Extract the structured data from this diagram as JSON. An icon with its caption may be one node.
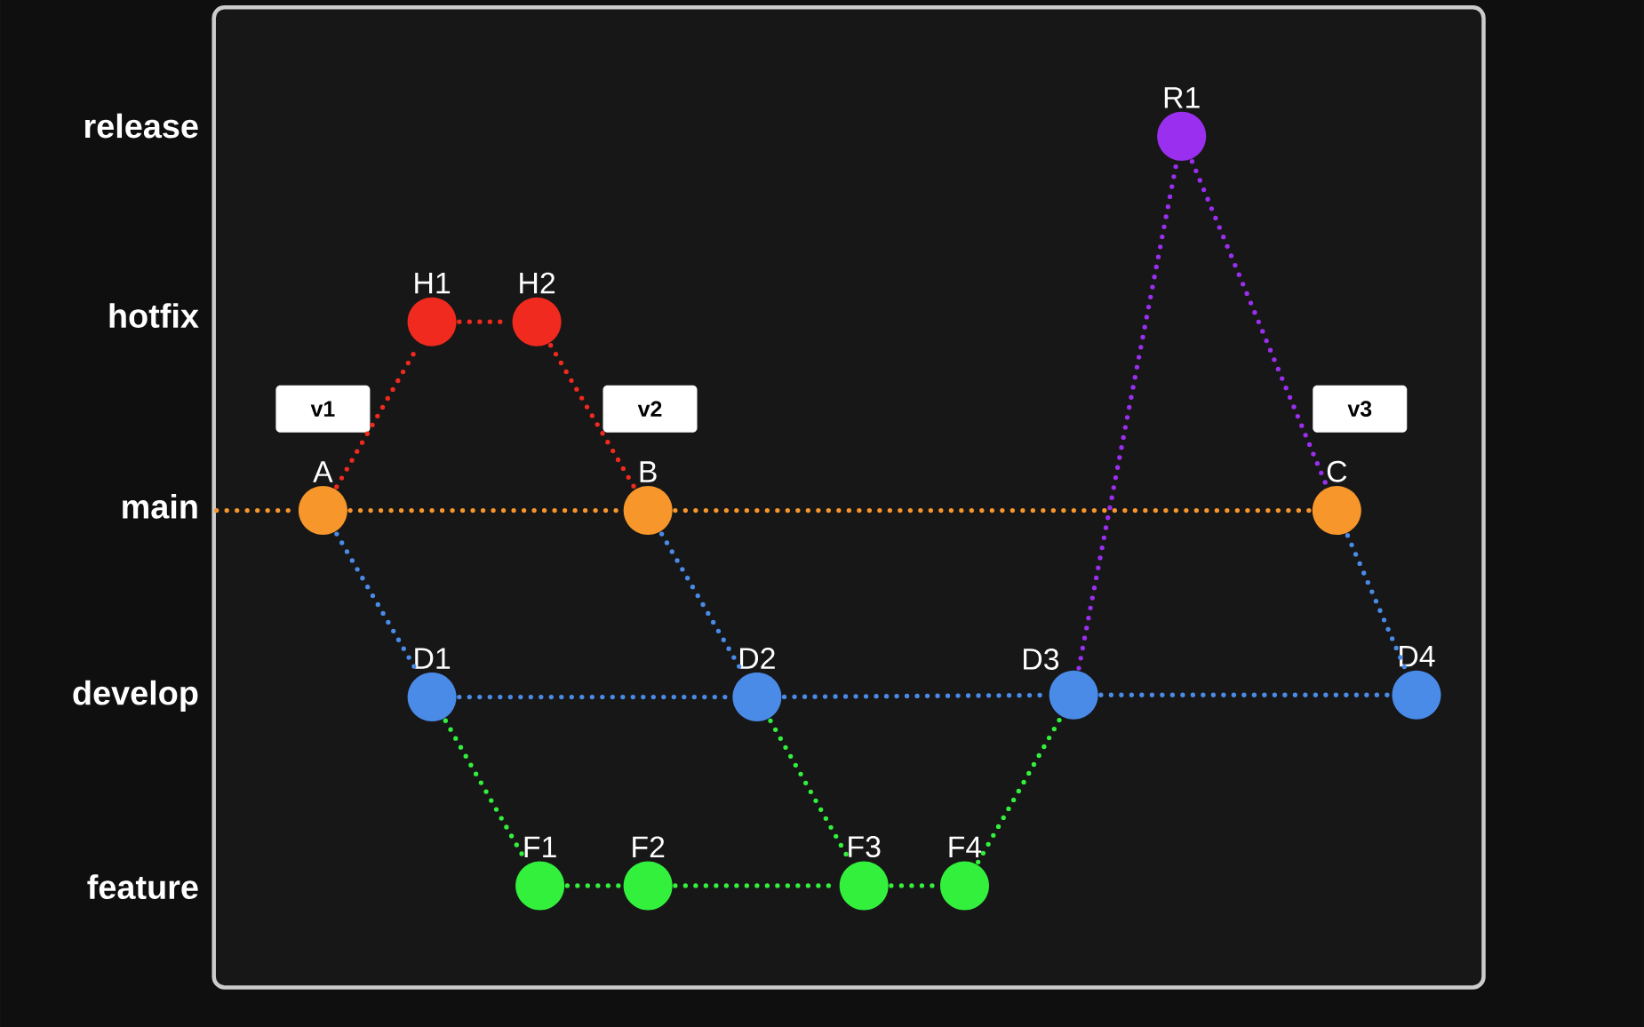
{
  "diagram": {
    "nodes": [
      {
        "text": [
          "R1"
        ]
      },
      {
        "text": [
          "H1"
        ]
      },
      {
        "text": [
          "H2"
        ]
      },
      {
        "text": [
          "v1"
        ]
      },
      {
        "text": [
          "v2"
        ]
      },
      {
        "text": [
          "v3"
        ]
      },
      {
        "text": [
          "A"
        ]
      },
      {
        "text": [
          "B"
        ]
      },
      {
        "text": [
          "C"
        ]
      },
      {
        "text": [
          "D1"
        ]
      },
      {
        "text": [
          "D2"
        ]
      },
      {
        "text": [
          "D3"
        ]
      },
      {
        "text": [
          "D4"
        ]
      },
      {
        "text": [
          "F1"
        ]
      },
      {
        "text": [
          "F2"
        ]
      },
      {
        "text": [
          "F3"
        ]
      },
      {
        "text": [
          "F4"
        ]
      }
    ],
    "edges": [
      {
        "from": null,
        "to": 6,
        "arrow": "none",
        "color": "#f7962a"
      },
      {
        "from": 6,
        "to": 7,
        "arrow": "none",
        "color": "#f7962a"
      },
      {
        "from": 7,
        "to": 8,
        "arrow": "none",
        "color": "#f7962a"
      },
      {
        "from": 6,
        "to": 1,
        "arrow": "none",
        "color": "#f02a1e"
      },
      {
        "from": 1,
        "to": 2,
        "arrow": "none",
        "color": "#f02a1e"
      },
      {
        "from": 2,
        "to": 7,
        "arrow": "none",
        "color": "#f02a1e"
      },
      {
        "from": 6,
        "to": 9,
        "arrow": "none",
        "color": "#4a8be8"
      },
      {
        "from": 9,
        "to": 10,
        "arrow": "none",
        "color": "#4a8be8"
      },
      {
        "from": 10,
        "to": 11,
        "arrow": "none",
        "color": "#4a8be8"
      },
      {
        "from": 11,
        "to": 12,
        "arrow": "none",
        "color": "#4a8be8"
      },
      {
        "from": 7,
        "to": 10,
        "arrow": "none",
        "color": "#4a8be8"
      },
      {
        "from": 8,
        "to": 12,
        "arrow": "none",
        "color": "#4a8be8"
      },
      {
        "from": 9,
        "to": 13,
        "arrow": "none",
        "color": "#33f03d"
      },
      {
        "from": 13,
        "to": 14,
        "arrow": "none",
        "color": "#33f03d"
      },
      {
        "from": 14,
        "to": 15,
        "arrow": "none",
        "color": "#33f03d"
      },
      {
        "from": 15,
        "to": 16,
        "arrow": "none",
        "color": "#33f03d"
      },
      {
        "from": 10,
        "to": 15,
        "arrow": "none",
        "color": "#33f03d"
      },
      {
        "from": 16,
        "to": 11,
        "arrow": "none",
        "color": "#33f03d"
      },
      {
        "from": 11,
        "to": 0,
        "arrow": "none",
        "color": "#9b2ff0"
      },
      {
        "from": 0,
        "to": 8,
        "arrow": "none",
        "color": "#9b2ff0"
      }
    ],
    "labels": [
      "release",
      "hotfix",
      "main",
      "develop",
      "feature"
    ]
  }
}
